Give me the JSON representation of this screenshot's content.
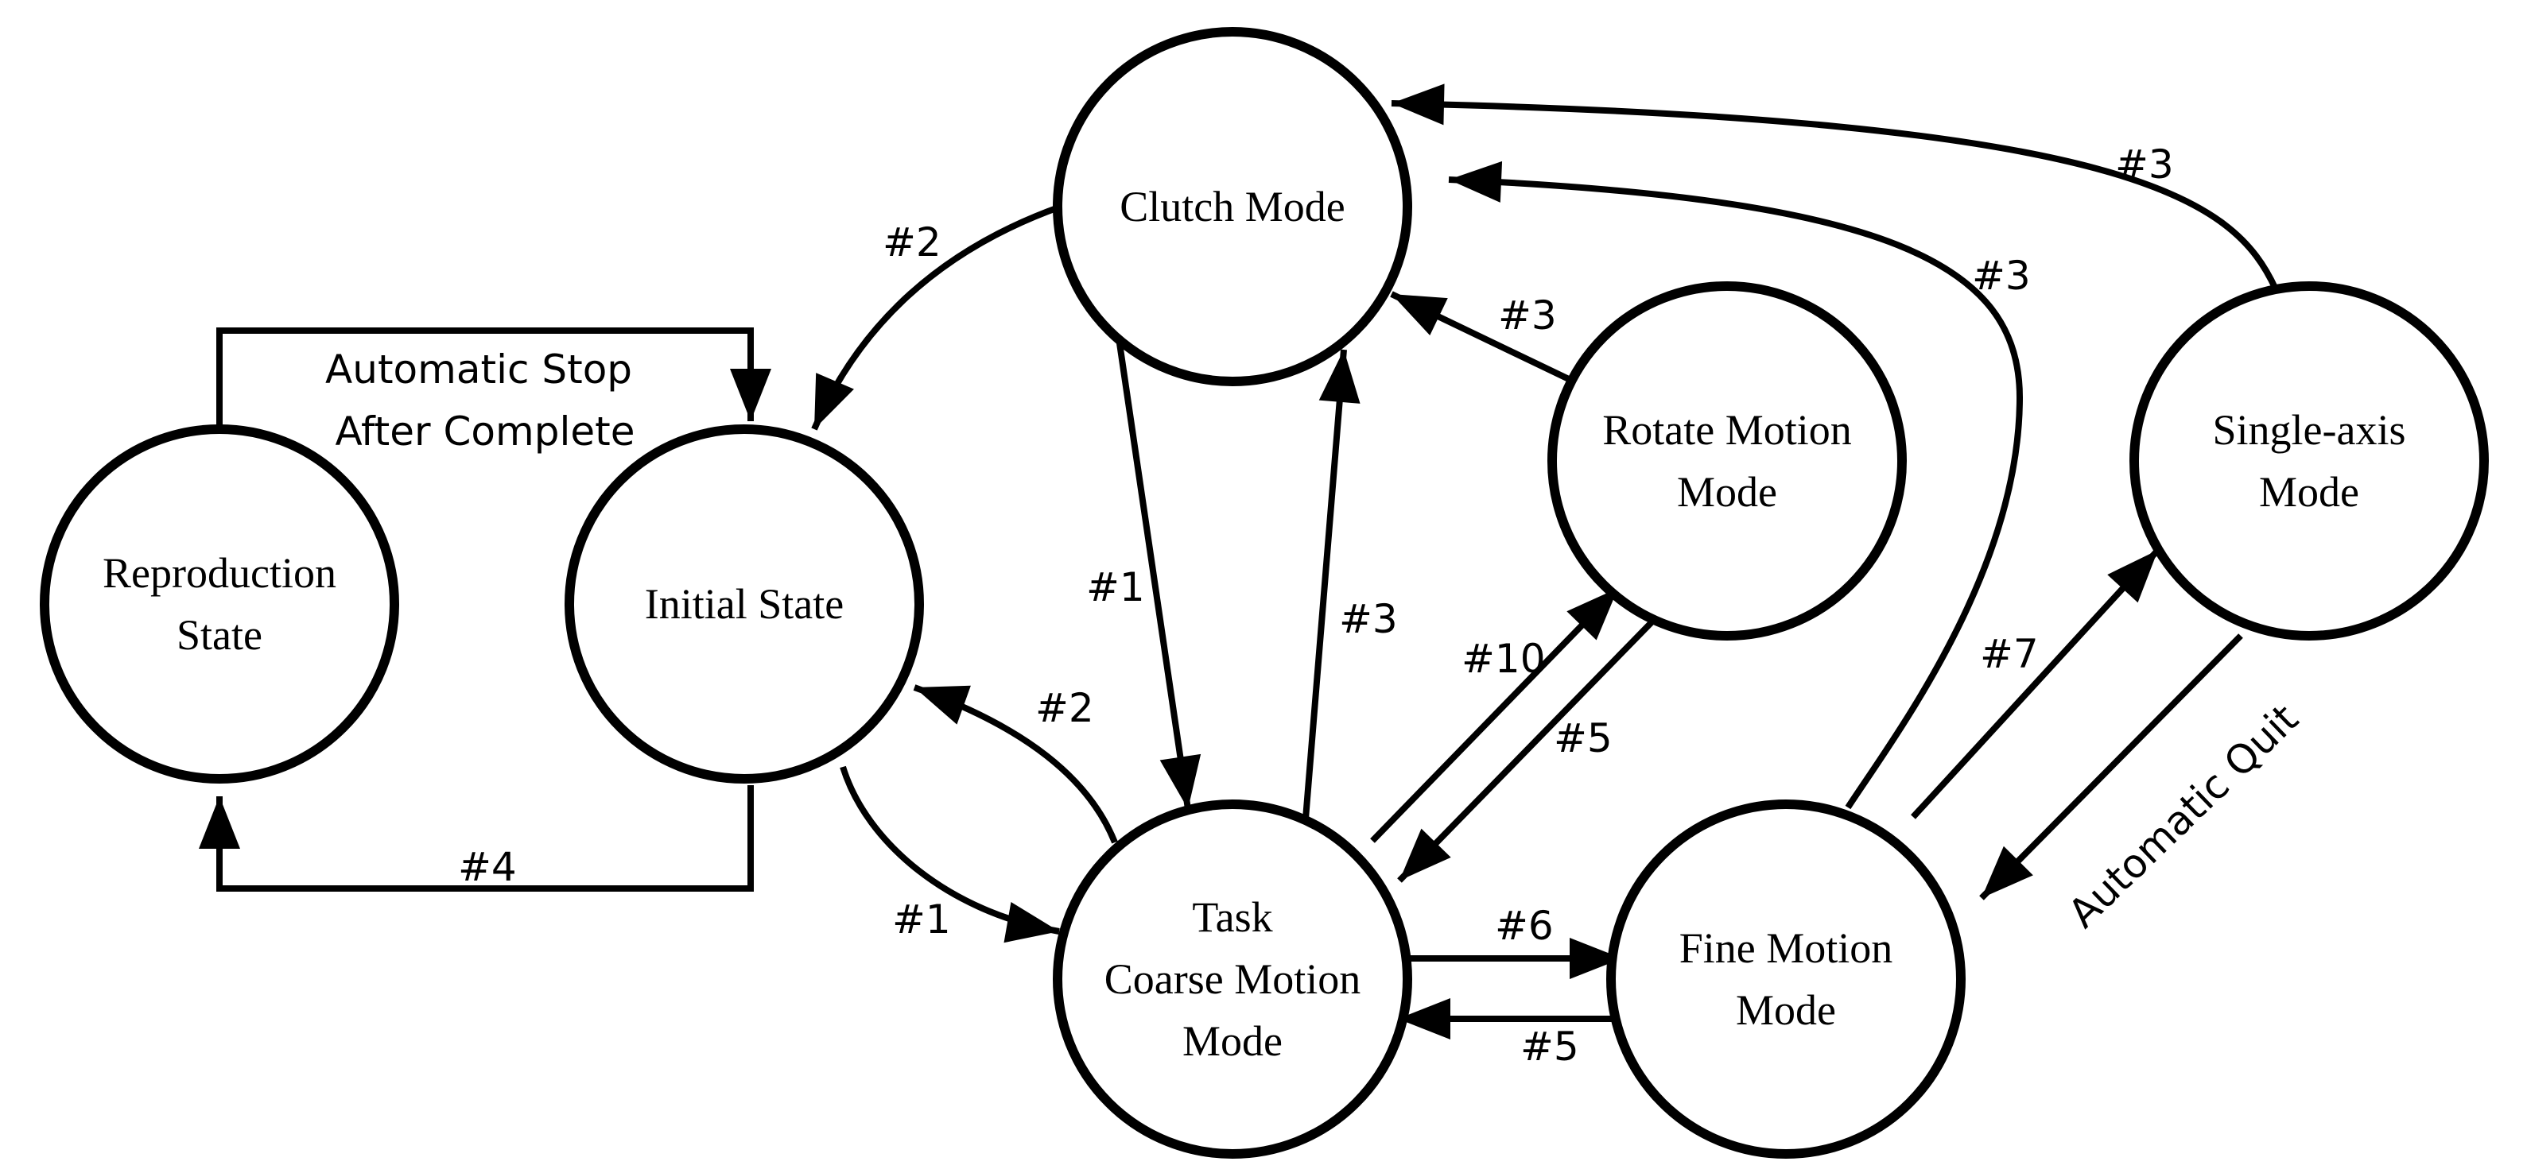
{
  "states": {
    "clutch": [
      "Clutch Mode"
    ],
    "initial": [
      "Initial State"
    ],
    "reproduction": [
      "Reproduction",
      "State"
    ],
    "task": [
      "Task",
      "Coarse Motion",
      "Mode"
    ],
    "rotate": [
      "Rotate Motion",
      "Mode"
    ],
    "single_axis": [
      "Single-axis",
      "Mode"
    ],
    "fine": [
      "Fine Motion",
      "Mode"
    ]
  },
  "labels": {
    "automatic_stop": [
      "Automatic Stop",
      "After Complete"
    ],
    "automatic_quit": "Automatic Quit",
    "clutch_to_initial": "#2",
    "clutch_to_task": "#1",
    "task_to_clutch": "#3",
    "rotate_to_clutch": "#3",
    "fine_to_clutch": "#3",
    "single_to_clutch": "#3",
    "initial_to_reproduction": "#4",
    "initial_to_task": "#1",
    "task_to_initial": "#2",
    "task_to_rotate": "#10",
    "rotate_to_task": "#5",
    "task_to_fine": "#6",
    "fine_to_task": "#5",
    "fine_to_single": "#7"
  },
  "colors": {
    "line": "#000000",
    "background": "#ffffff"
  }
}
